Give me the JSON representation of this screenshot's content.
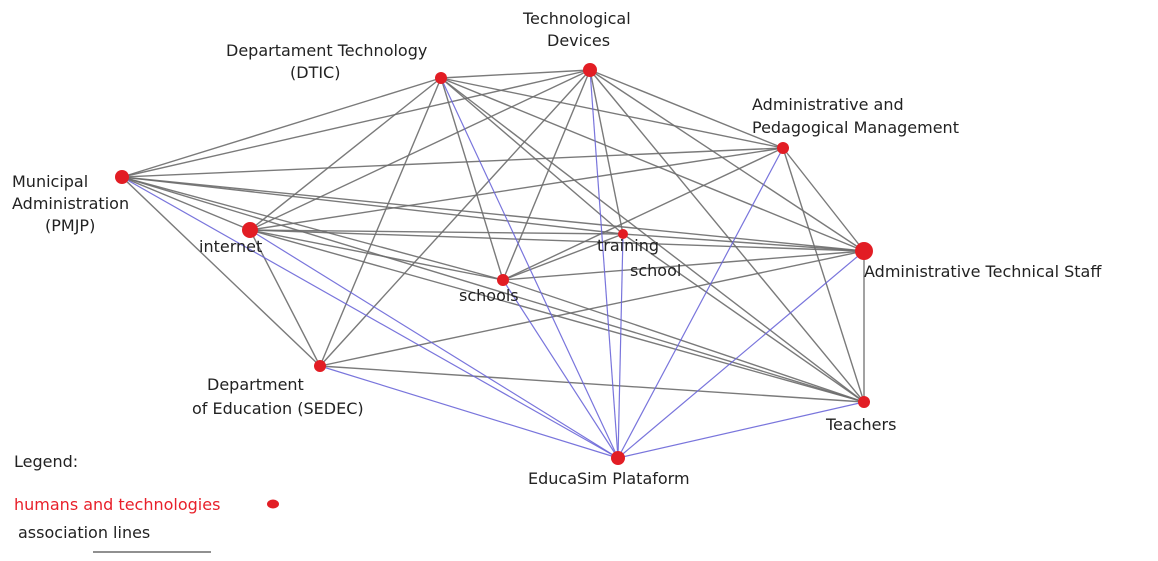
{
  "colors": {
    "node": "#e21d24",
    "line_gray": "#6b6b6b",
    "line_blue": "#6a66d8",
    "legend_red": "#e8202a"
  },
  "nodes": [
    {
      "id": "dtic",
      "label_lines": [
        "Departament Technology",
        "(DTIC)"
      ]
    },
    {
      "id": "devices",
      "label_lines": [
        "Technological",
        "Devices"
      ]
    },
    {
      "id": "apm",
      "label_lines": [
        "Administrative and",
        "Pedagogical Management"
      ]
    },
    {
      "id": "pmjp",
      "label_lines": [
        "Municipal",
        "Administration",
        "(PMJP)"
      ]
    },
    {
      "id": "internet",
      "label_lines": [
        "internet"
      ]
    },
    {
      "id": "training",
      "label_lines": [
        "training",
        "school"
      ]
    },
    {
      "id": "schools",
      "label_lines": [
        "schools"
      ]
    },
    {
      "id": "ats",
      "label_lines": [
        "Administrative Technical Staff"
      ]
    },
    {
      "id": "sedec",
      "label_lines": [
        "Department",
        "of Education (SEDEC)"
      ]
    },
    {
      "id": "teachers",
      "label_lines": [
        "Teachers"
      ]
    },
    {
      "id": "educasim",
      "label_lines": [
        "EducaSim Plataform"
      ]
    }
  ],
  "edges_gray": [
    [
      "dtic",
      "devices"
    ],
    [
      "dtic",
      "apm"
    ],
    [
      "dtic",
      "pmjp"
    ],
    [
      "dtic",
      "internet"
    ],
    [
      "dtic",
      "training"
    ],
    [
      "dtic",
      "schools"
    ],
    [
      "dtic",
      "ats"
    ],
    [
      "dtic",
      "sedec"
    ],
    [
      "dtic",
      "teachers"
    ],
    [
      "devices",
      "apm"
    ],
    [
      "devices",
      "pmjp"
    ],
    [
      "devices",
      "internet"
    ],
    [
      "devices",
      "training"
    ],
    [
      "devices",
      "schools"
    ],
    [
      "devices",
      "ats"
    ],
    [
      "devices",
      "sedec"
    ],
    [
      "devices",
      "teachers"
    ],
    [
      "apm",
      "pmjp"
    ],
    [
      "apm",
      "internet"
    ],
    [
      "apm",
      "schools"
    ],
    [
      "apm",
      "ats"
    ],
    [
      "apm",
      "teachers"
    ],
    [
      "pmjp",
      "internet"
    ],
    [
      "pmjp",
      "training"
    ],
    [
      "pmjp",
      "schools"
    ],
    [
      "pmjp",
      "ats"
    ],
    [
      "pmjp",
      "sedec"
    ],
    [
      "pmjp",
      "teachers"
    ],
    [
      "internet",
      "training"
    ],
    [
      "internet",
      "schools"
    ],
    [
      "internet",
      "ats"
    ],
    [
      "internet",
      "sedec"
    ],
    [
      "internet",
      "teachers"
    ],
    [
      "training",
      "schools"
    ],
    [
      "training",
      "ats"
    ],
    [
      "training",
      "teachers"
    ],
    [
      "schools",
      "ats"
    ],
    [
      "schools",
      "teachers"
    ],
    [
      "ats",
      "sedec"
    ],
    [
      "ats",
      "teachers"
    ],
    [
      "sedec",
      "teachers"
    ]
  ],
  "edges_blue": [
    [
      "pmjp",
      "educasim"
    ],
    [
      "internet",
      "educasim"
    ],
    [
      "dtic",
      "educasim"
    ],
    [
      "devices",
      "educasim"
    ],
    [
      "apm",
      "educasim"
    ],
    [
      "ats",
      "educasim"
    ],
    [
      "teachers",
      "educasim"
    ],
    [
      "sedec",
      "educasim"
    ],
    [
      "training",
      "educasim"
    ],
    [
      "schools",
      "educasim"
    ]
  ],
  "legend": {
    "title": "Legend:",
    "humans_tech": "humans and technologies",
    "association": "association lines"
  }
}
